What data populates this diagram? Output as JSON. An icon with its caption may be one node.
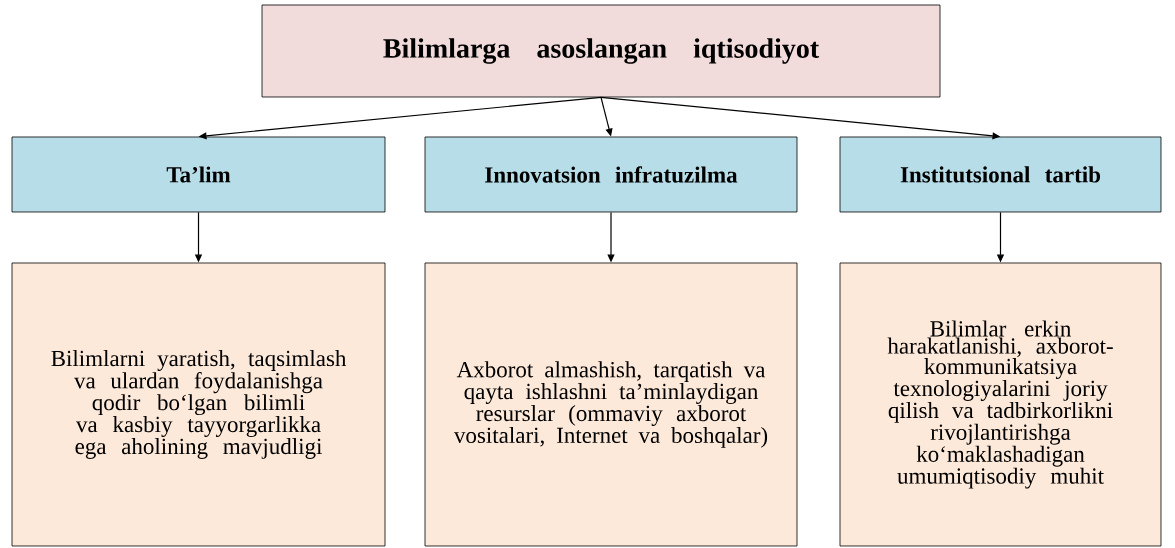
{
  "diagram": {
    "nodes": [
      {
        "text": [
          "Bilimlarga asoslangan iqtisodiyot"
        ]
      },
      {
        "text": [
          "Ta’lim"
        ]
      },
      {
        "text": [
          "Innovatsion infratuzilma"
        ]
      },
      {
        "text": [
          "Institutsional tartib"
        ]
      },
      {
        "text": [
          "Bilimlarni yaratish, taqsimlash va ulardan foydalanishga qodir bo‘lgan bilimli va kasbiy tayyorgarlikka ega aholining mavjudligi"
        ]
      },
      {
        "text": [
          "Axborot almashish, tarqatish va qayta ishlashni ta’minlaydigan resurslar (ommaviy axborot vositalari, Internet va boshqalar)"
        ]
      },
      {
        "text": [
          "Bilimlar erkin harakatlanishi, axborot-kommunikatsiya texnologiyalarini joriy qilish va tadbirkorlikni rivojlantirishga ko‘maklashadigan umumiqtisodiy muhit"
        ]
      }
    ],
    "edges": [
      {
        "from": 0,
        "to": 1,
        "arrow": "to"
      },
      {
        "from": 0,
        "to": 2,
        "arrow": "to"
      },
      {
        "from": 0,
        "to": 3,
        "arrow": "to"
      },
      {
        "from": 1,
        "to": 4,
        "arrow": "to"
      },
      {
        "from": 2,
        "to": 5,
        "arrow": "to"
      },
      {
        "from": 3,
        "to": 6,
        "arrow": "to"
      }
    ]
  }
}
